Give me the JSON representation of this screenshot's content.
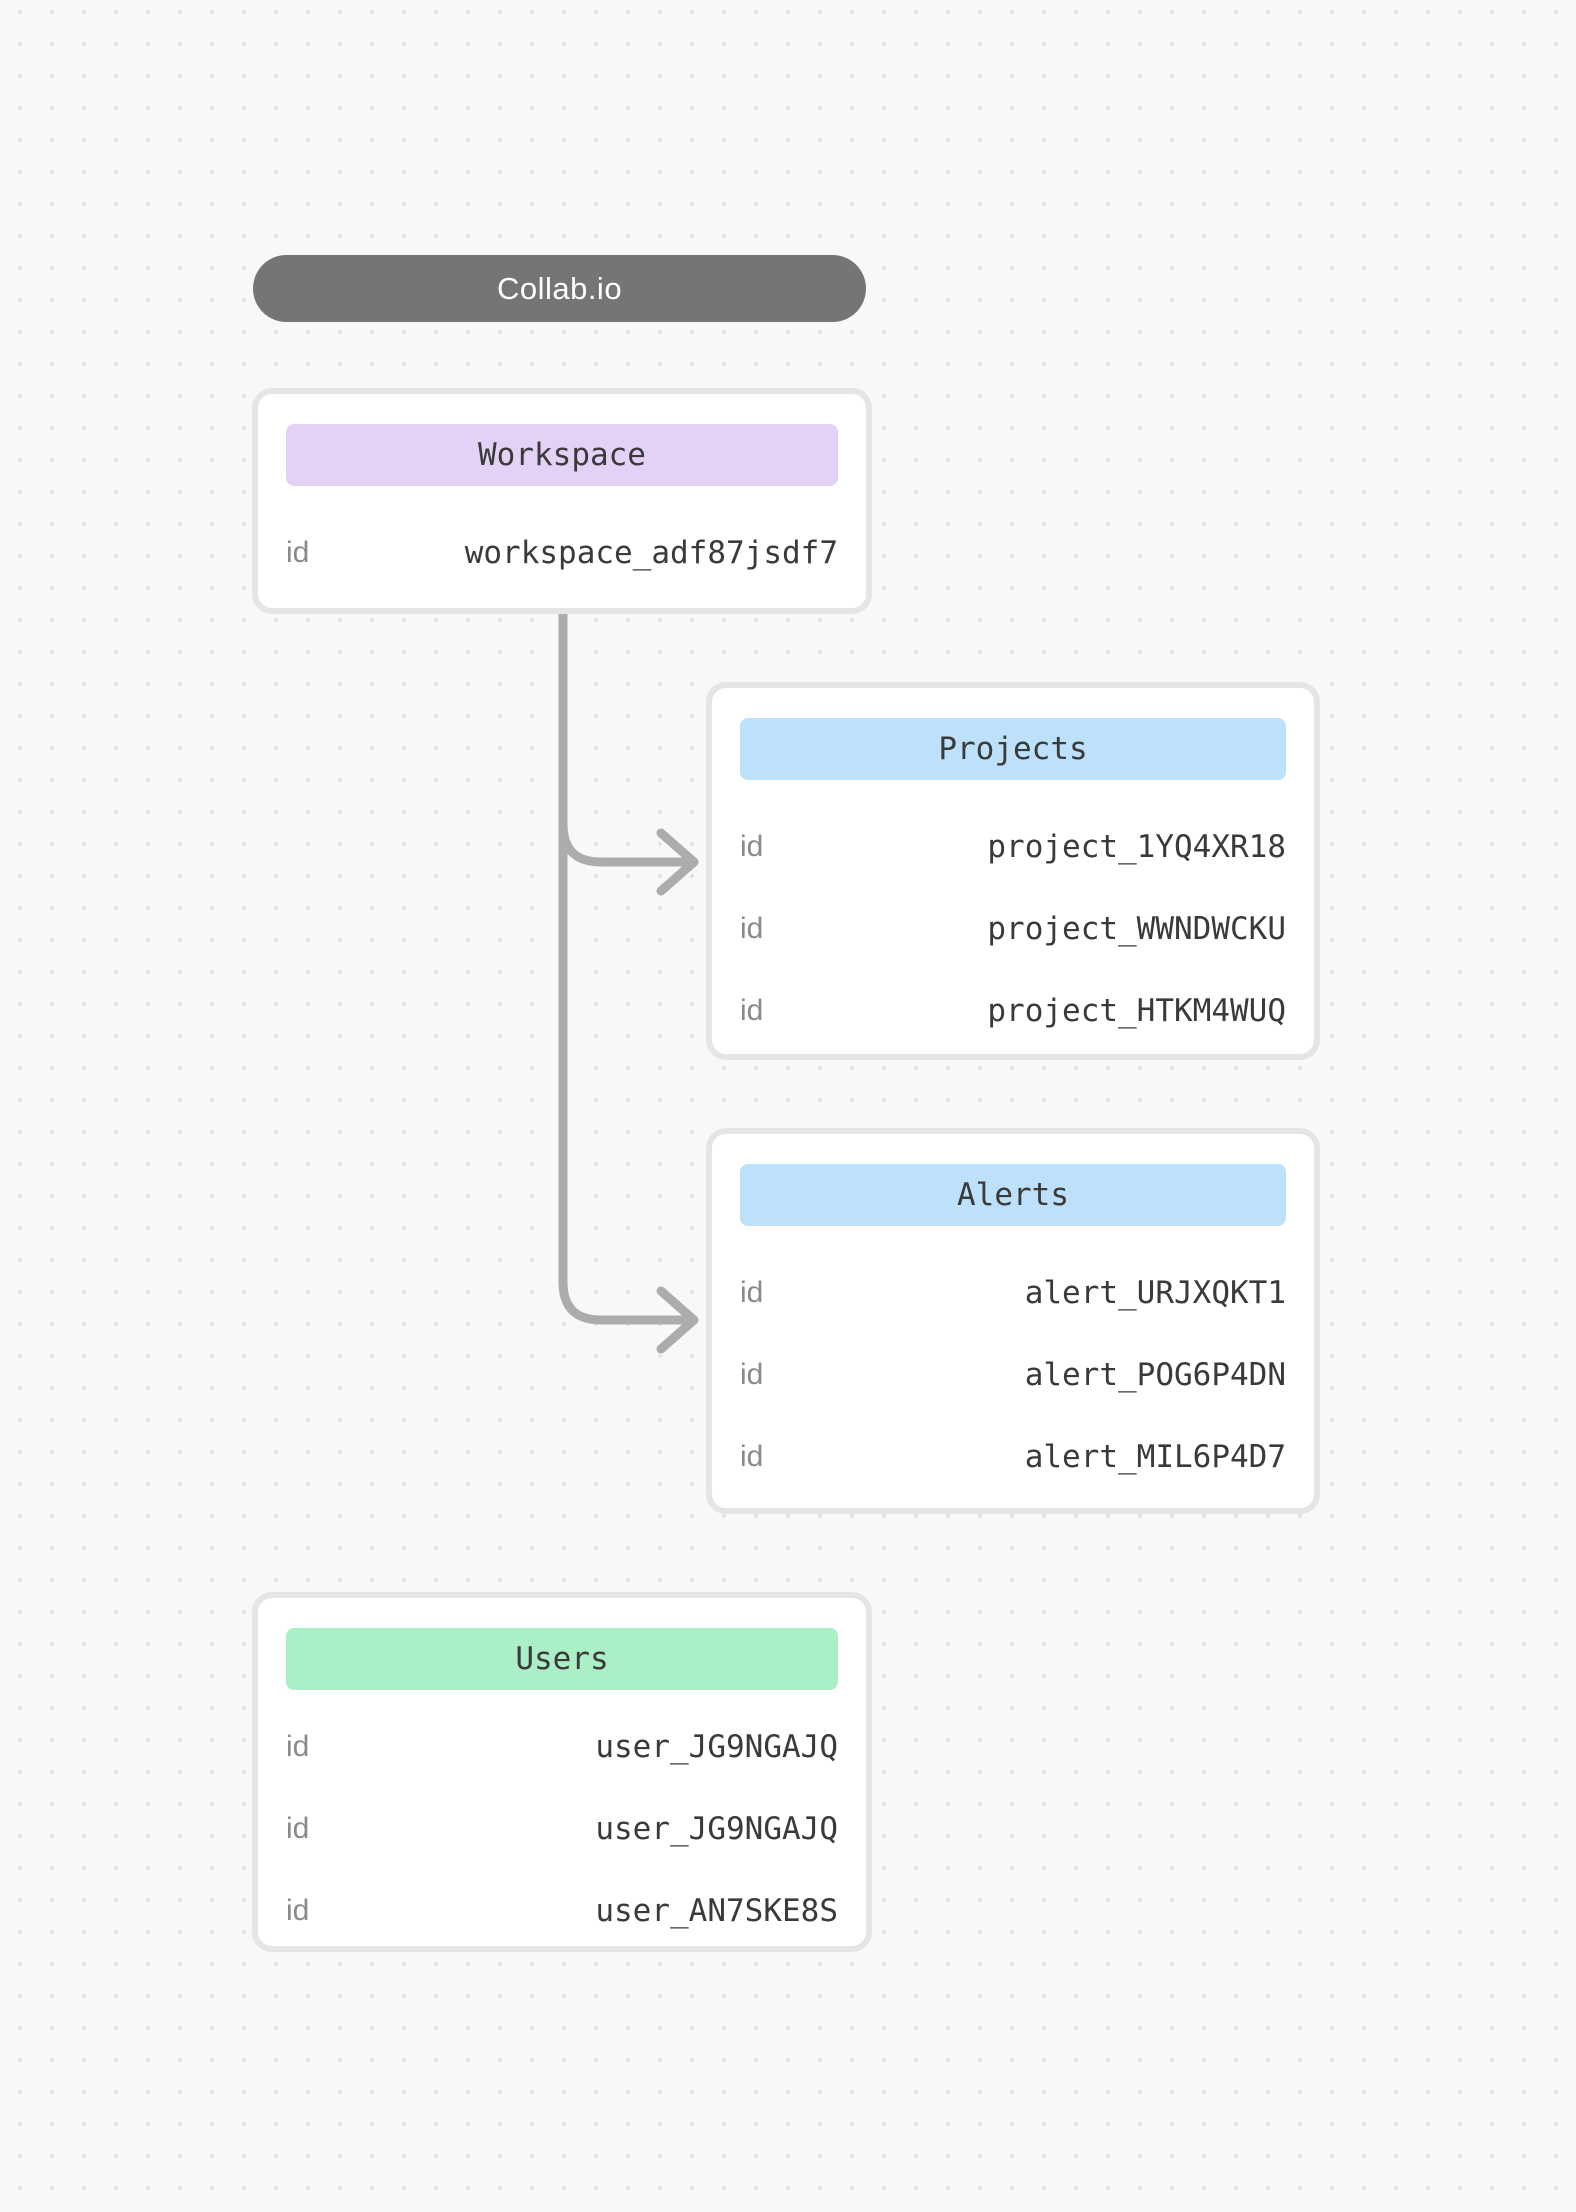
{
  "app": {
    "title": "Collab.io",
    "title_pill_color": "#757575"
  },
  "canvas": {
    "background_color": "#F8F8F9",
    "dot_color": "#E2E2E2",
    "connector_color": "#ACACAC",
    "card_border_color": "#E5E5E5"
  },
  "entities": [
    {
      "title": "Workspace",
      "header_color": "#E3D2F6",
      "rows": [
        {
          "label": "id",
          "value": "workspace_adf87jsdf7"
        }
      ]
    },
    {
      "title": "Projects",
      "header_color": "#BDE0FB",
      "rows": [
        {
          "label": "id",
          "value": "project_1YQ4XR18"
        },
        {
          "label": "id",
          "value": "project_WWNDWCKU"
        },
        {
          "label": "id",
          "value": "project_HTKM4WUQ"
        }
      ]
    },
    {
      "title": "Alerts",
      "header_color": "#BDE0FB",
      "rows": [
        {
          "label": "id",
          "value": "alert_URJXQKT1"
        },
        {
          "label": "id",
          "value": "alert_POG6P4DN"
        },
        {
          "label": "id",
          "value": "alert_MIL6P4D7"
        }
      ]
    },
    {
      "title": "Users",
      "header_color": "#ABEFC6",
      "rows": [
        {
          "label": "id",
          "value": "user_JG9NGAJQ"
        },
        {
          "label": "id",
          "value": "user_JG9NGAJQ"
        },
        {
          "label": "id",
          "value": "user_AN7SKE8S"
        }
      ]
    }
  ],
  "connections": [
    {
      "from": "Workspace",
      "to": "Projects"
    },
    {
      "from": "Workspace",
      "to": "Alerts"
    }
  ]
}
